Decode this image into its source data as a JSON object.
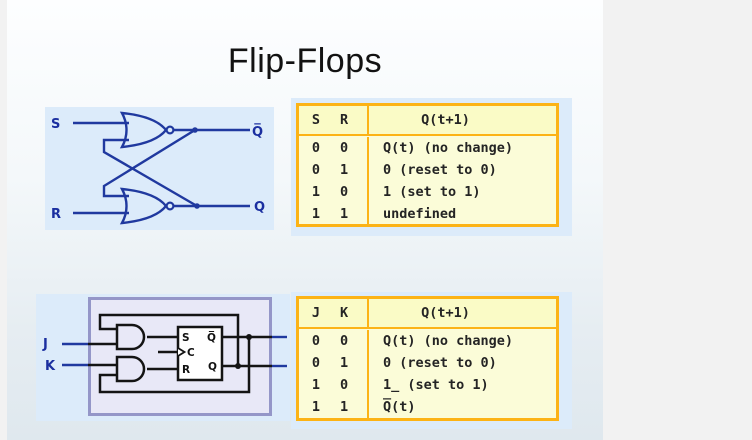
{
  "slide": {
    "title": "Flip-Flops"
  },
  "colors": {
    "panel_blue": "#dcebfa",
    "table_border_orange": "#fcb316",
    "table_fill_yellow": "#fbfcd8",
    "circuit_blue": "#20399f",
    "jk_box_purple": "#9496c8",
    "jk_box_fill": "#e8e8f7"
  },
  "sr_circuit": {
    "s_label": "S",
    "r_label": "R",
    "q_bar_label": "Q̅",
    "q_label": "Q"
  },
  "sr_table": {
    "col1": "S",
    "col2": "R",
    "col3": "Q(t+1)",
    "rows": [
      [
        "0",
        "0",
        "Q(t) (no change)"
      ],
      [
        "0",
        "1",
        "0 (reset to 0)"
      ],
      [
        "1",
        "0",
        "1 (set to 1)"
      ],
      [
        "1",
        "1",
        "undefined"
      ]
    ]
  },
  "jk_circuit": {
    "j_label": "J",
    "k_label": "K",
    "box_s": "S",
    "box_c": "C",
    "box_r": "R",
    "box_q_bar": "Q̅",
    "box_q": "Q"
  },
  "jk_table": {
    "col1": "J",
    "col2": "K",
    "col3": "Q(t+1)",
    "rows": [
      [
        "0",
        "0",
        "Q(t) (no change)"
      ],
      [
        "0",
        "1",
        "0 (reset to 0)"
      ],
      [
        "1",
        "0",
        "1̲ (set to 1)"
      ],
      [
        "1",
        "1",
        "Q̅(t)"
      ]
    ]
  }
}
